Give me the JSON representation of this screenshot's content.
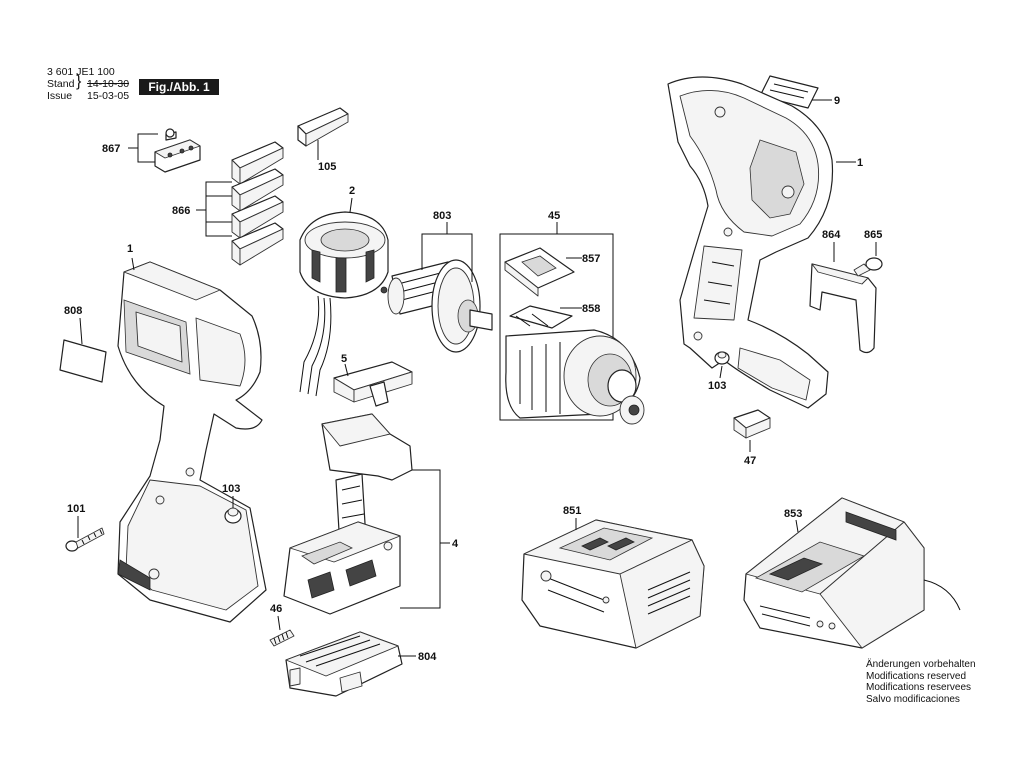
{
  "header": {
    "part_number": "3 601 JE1 100",
    "stand_label": "Stand",
    "stand_date": "14-10-30",
    "issue_label": "Issue",
    "issue_date": "15-03-05",
    "figure_label": "Fig./Abb. 1"
  },
  "notes": [
    "Änderungen vorbehalten",
    "Modifications reserved",
    "Modifications reservees",
    "Salvo modificaciones"
  ],
  "callouts": {
    "c867": "867",
    "c105": "105",
    "c866": "866",
    "c2": "2",
    "c803": "803",
    "c45": "45",
    "c857": "857",
    "c858": "858",
    "c9": "9",
    "c1_right": "1",
    "c864": "864",
    "c865": "865",
    "c1_left": "1",
    "c808": "808",
    "c5": "5",
    "c103_right": "103",
    "c47": "47",
    "c101": "101",
    "c103_left": "103",
    "c4": "4",
    "c851": "851",
    "c853": "853",
    "c46": "46",
    "c804": "804"
  },
  "colors": {
    "line": "#111111",
    "badge": "#1a1a1a",
    "paper": "#ffffff"
  }
}
